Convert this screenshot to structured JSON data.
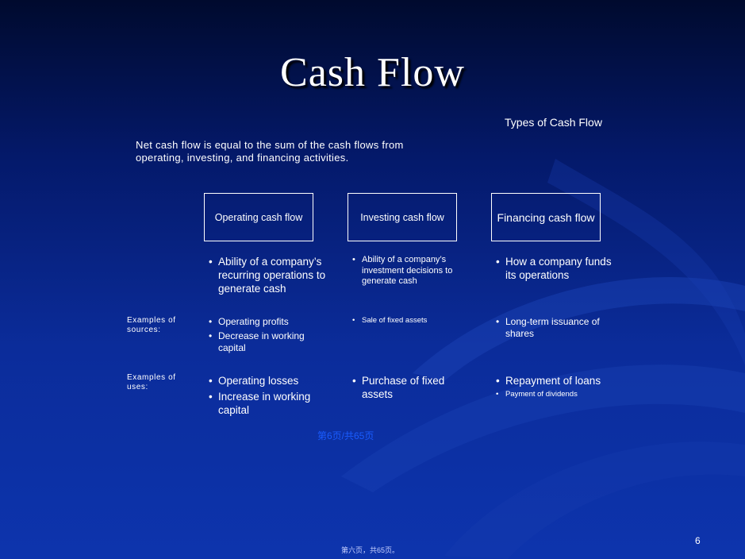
{
  "slide": {
    "title": "Cash Flow",
    "types_title": "Types of Cash Flow",
    "intro": "Net cash flow is equal to the sum of the cash flows from operating, investing, and financing activities.",
    "boxes": {
      "operating": "Operating cash flow",
      "investing": "Investing cash flow",
      "financing": "Financing cash flow"
    },
    "descriptions": {
      "operating": [
        "Ability of a company’s recurring operations to generate cash"
      ],
      "investing": [
        "Ability of a company’s investment decisions to generate cash"
      ],
      "financing": [
        "How a company funds its operations"
      ]
    },
    "row_labels": {
      "sources": "Examples of sources:",
      "uses": "Examples of uses:"
    },
    "sources": {
      "operating": [
        "Operating profits",
        "Decrease in working capital"
      ],
      "investing": [
        "Sale of fixed assets"
      ],
      "financing": [
        "Long-term issuance of shares"
      ]
    },
    "uses": {
      "operating": [
        "Operating losses",
        "Increase in working capital"
      ],
      "investing": [
        "Purchase of fixed assets"
      ],
      "financing": [
        "Repayment of loans",
        "Payment of dividends"
      ]
    },
    "watermark": "第6页/共65页",
    "page_number": "6",
    "footer": "第六页，共65页。"
  }
}
